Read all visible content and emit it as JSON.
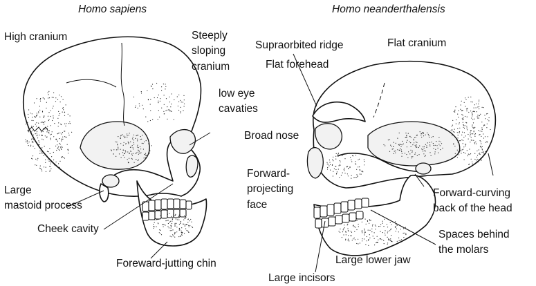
{
  "titles": {
    "left": "Homo sapiens",
    "right": "Homo neanderthalensis"
  },
  "sapiens_labels": {
    "high_cranium": "High cranium",
    "steeply_1": "Steeply",
    "steeply_2": "sloping",
    "steeply_3": "cranium",
    "eye_1": "low eye",
    "eye_2": "cavaties",
    "mastoid_1": "Large",
    "mastoid_2": "mastoid process",
    "cheek": "Cheek cavity",
    "chin": "Foreward-jutting chin"
  },
  "neander_labels": {
    "supra": "Supraorbited ridge",
    "flat_cranium": "Flat cranium",
    "flat_forehead": "Flat forehead",
    "broad_nose": "Broad nose",
    "face_1": "Forward-",
    "face_2": "projecting",
    "face_3": "face",
    "back_1": "Forward-curving",
    "back_2": "back of the head",
    "spaces_1": "Spaces behind",
    "spaces_2": "the molars",
    "jaw": "Large lower jaw",
    "incisors": "Large incisors"
  }
}
